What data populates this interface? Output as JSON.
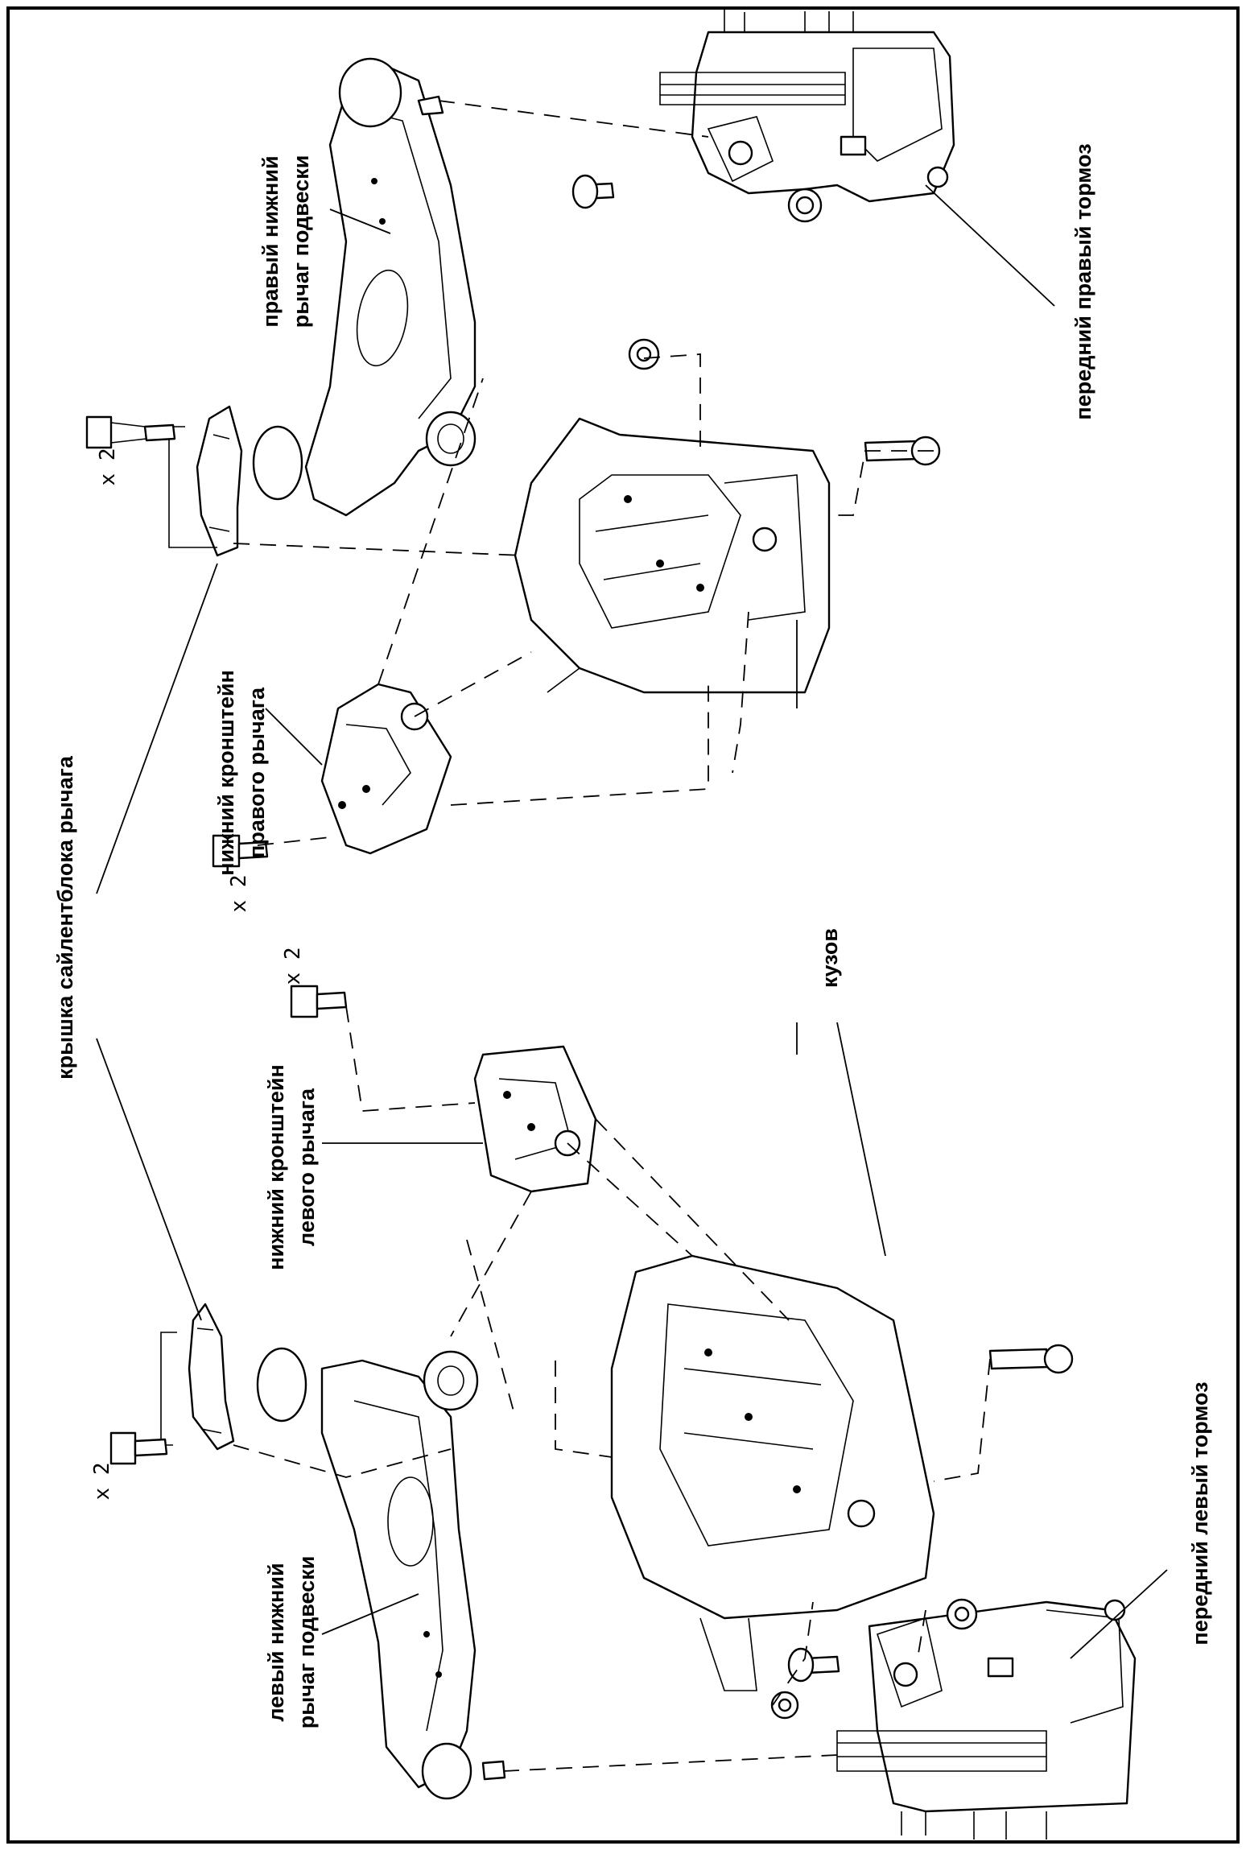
{
  "labels": {
    "right_arm": [
      "правый нижний",
      "рычаг подвески"
    ],
    "right_brake": "передний правый тормоз",
    "bushing_cap": "крышка сайлентблока рычага",
    "right_bracket": [
      "нижний кронштейн",
      "правого рычага"
    ],
    "body": "кузов",
    "left_bracket": [
      "нижний кронштейн",
      "левого рычага"
    ],
    "left_arm": [
      "левый нижний",
      "рычаг подвески"
    ],
    "left_brake": "передний левый тормоз"
  },
  "multipliers": {
    "right_cap_bolts": "x 2",
    "right_bracket_bolts": "x 2",
    "left_bracket_bolts": "x 2",
    "left_cap_bolts": "x 2"
  }
}
